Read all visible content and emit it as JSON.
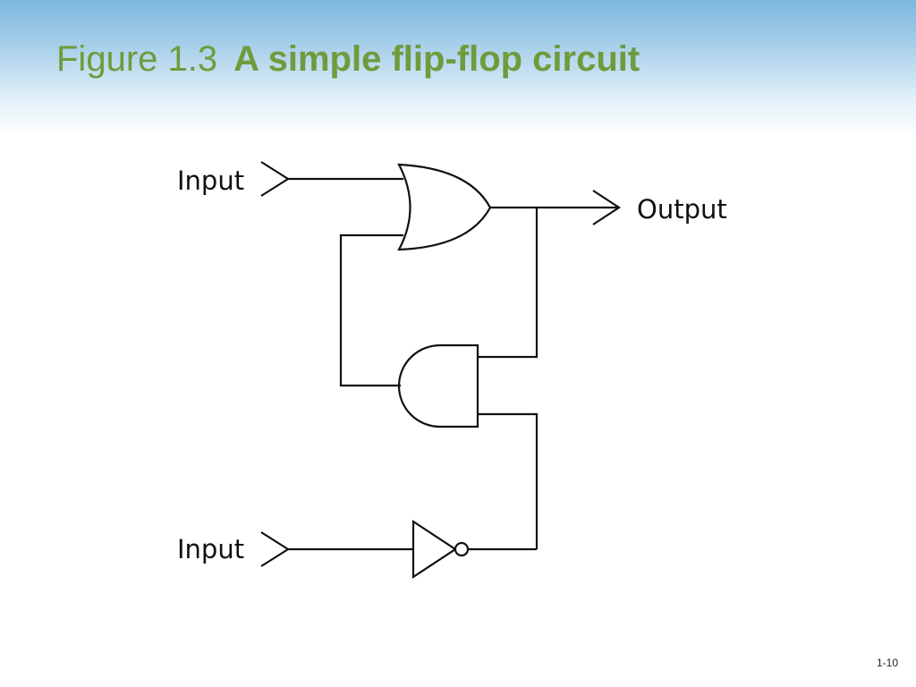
{
  "slide": {
    "figure_label": "Figure 1.3",
    "figure_caption": "A simple flip-flop circuit",
    "page_number": "1-10"
  },
  "diagram": {
    "labels": {
      "input_top": "Input",
      "input_bottom": "Input",
      "output": "Output"
    },
    "components": [
      "or-gate",
      "and-gate",
      "not-gate"
    ],
    "colors": {
      "title": "#6f9b3c",
      "header_band": "#7db8de",
      "wire": "#111111"
    }
  }
}
